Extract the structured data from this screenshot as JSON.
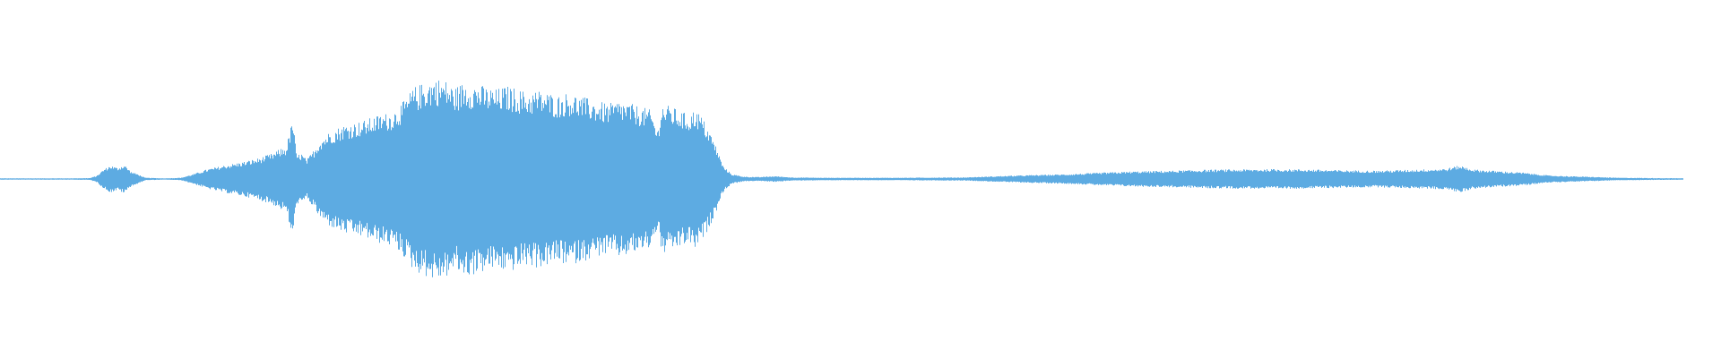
{
  "waveform": {
    "color": "#5dabe2",
    "background": "#ffffff",
    "duration_fraction": 0.978,
    "envelope": [
      [
        0.0,
        0.004
      ],
      [
        0.04,
        0.004
      ],
      [
        0.052,
        0.006
      ],
      [
        0.056,
        0.02
      ],
      [
        0.06,
        0.06
      ],
      [
        0.064,
        0.085
      ],
      [
        0.068,
        0.07
      ],
      [
        0.072,
        0.09
      ],
      [
        0.076,
        0.045
      ],
      [
        0.08,
        0.03
      ],
      [
        0.084,
        0.008
      ],
      [
        0.095,
        0.004
      ],
      [
        0.105,
        0.008
      ],
      [
        0.112,
        0.03
      ],
      [
        0.12,
        0.06
      ],
      [
        0.13,
        0.085
      ],
      [
        0.14,
        0.105
      ],
      [
        0.15,
        0.13
      ],
      [
        0.158,
        0.16
      ],
      [
        0.163,
        0.19
      ],
      [
        0.166,
        0.2
      ],
      [
        0.17,
        0.38
      ],
      [
        0.172,
        0.15
      ],
      [
        0.175,
        0.16
      ],
      [
        0.178,
        0.12
      ],
      [
        0.182,
        0.18
      ],
      [
        0.186,
        0.25
      ],
      [
        0.192,
        0.3
      ],
      [
        0.2,
        0.34
      ],
      [
        0.21,
        0.36
      ],
      [
        0.22,
        0.4
      ],
      [
        0.228,
        0.42
      ],
      [
        0.234,
        0.48
      ],
      [
        0.24,
        0.57
      ],
      [
        0.246,
        0.6
      ],
      [
        0.252,
        0.63
      ],
      [
        0.258,
        0.62
      ],
      [
        0.264,
        0.57
      ],
      [
        0.27,
        0.61
      ],
      [
        0.276,
        0.595
      ],
      [
        0.282,
        0.575
      ],
      [
        0.288,
        0.56
      ],
      [
        0.294,
        0.58
      ],
      [
        0.3,
        0.565
      ],
      [
        0.306,
        0.54
      ],
      [
        0.312,
        0.555
      ],
      [
        0.318,
        0.54
      ],
      [
        0.324,
        0.52
      ],
      [
        0.33,
        0.54
      ],
      [
        0.336,
        0.52
      ],
      [
        0.342,
        0.5
      ],
      [
        0.348,
        0.48
      ],
      [
        0.354,
        0.47
      ],
      [
        0.36,
        0.49
      ],
      [
        0.366,
        0.47
      ],
      [
        0.372,
        0.45
      ],
      [
        0.378,
        0.43
      ],
      [
        0.382,
        0.3
      ],
      [
        0.384,
        0.47
      ],
      [
        0.39,
        0.45
      ],
      [
        0.396,
        0.42
      ],
      [
        0.4,
        0.4
      ],
      [
        0.404,
        0.44
      ],
      [
        0.408,
        0.38
      ],
      [
        0.412,
        0.3
      ],
      [
        0.416,
        0.2
      ],
      [
        0.42,
        0.08
      ],
      [
        0.425,
        0.03
      ],
      [
        0.432,
        0.015
      ],
      [
        0.44,
        0.012
      ],
      [
        0.45,
        0.018
      ],
      [
        0.46,
        0.01
      ],
      [
        0.48,
        0.008
      ],
      [
        0.52,
        0.008
      ],
      [
        0.56,
        0.01
      ],
      [
        0.58,
        0.018
      ],
      [
        0.6,
        0.025
      ],
      [
        0.62,
        0.03
      ],
      [
        0.64,
        0.04
      ],
      [
        0.66,
        0.048
      ],
      [
        0.68,
        0.052
      ],
      [
        0.7,
        0.058
      ],
      [
        0.72,
        0.06
      ],
      [
        0.74,
        0.062
      ],
      [
        0.76,
        0.06
      ],
      [
        0.78,
        0.055
      ],
      [
        0.8,
        0.052
      ],
      [
        0.82,
        0.058
      ],
      [
        0.84,
        0.065
      ],
      [
        0.848,
        0.085
      ],
      [
        0.856,
        0.06
      ],
      [
        0.87,
        0.05
      ],
      [
        0.885,
        0.04
      ],
      [
        0.9,
        0.022
      ],
      [
        0.92,
        0.015
      ],
      [
        0.94,
        0.008
      ],
      [
        0.96,
        0.006
      ],
      [
        0.978,
        0.005
      ]
    ]
  }
}
